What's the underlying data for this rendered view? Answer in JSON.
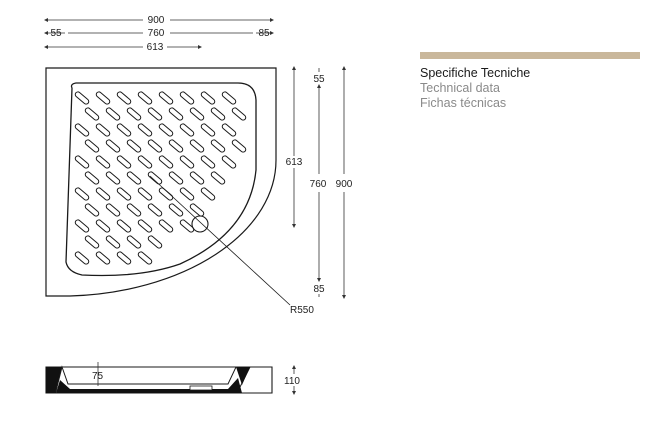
{
  "colors": {
    "accent_bar": "#c9b79b",
    "line": "#1a1a1a",
    "dimension": "#333333"
  },
  "dimensions": {
    "top_total": "900",
    "top_left": "55",
    "top_mid": "760",
    "top_right": "85",
    "top_inner": "613",
    "right_top": "55",
    "right_inner": "613",
    "right_mid": "760",
    "right_total": "900",
    "right_bottom": "85",
    "radius": "R550",
    "section_depth": "75",
    "section_height": "110"
  },
  "specs": {
    "title_it": "Specifiche Tecniche",
    "title_en": "Technical data",
    "title_es": "Fichas técnicas"
  }
}
